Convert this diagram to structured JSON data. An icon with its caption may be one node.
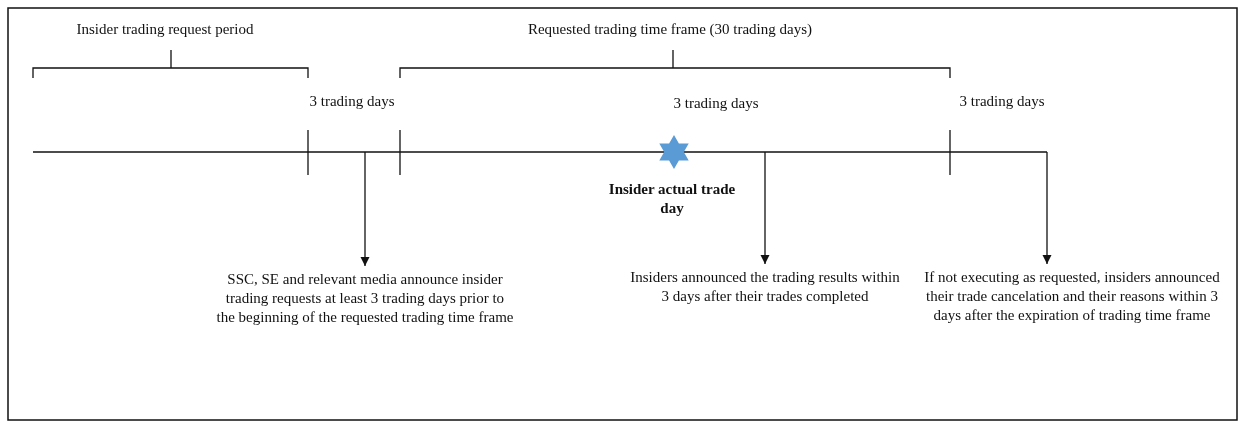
{
  "diagram": {
    "nodes": [
      {
        "text": [
          "SSC, SE and  relevant media announce insider trading requests at least 3 trading days prior to the beginning of the requested trading time frame"
        ]
      },
      {
        "text": [
          "Insiders announced the trading results within 3 days after their trades completed"
        ]
      },
      {
        "text": [
          "If not executing as requested, insiders announced their trade cancelation and their reasons within 3 days after the expiration of trading time frame"
        ]
      }
    ],
    "edges": [
      {
        "from": null,
        "to": 0,
        "arrow": "to"
      },
      {
        "from": null,
        "to": 1,
        "arrow": "to"
      },
      {
        "from": null,
        "to": 2,
        "arrow": "to"
      }
    ],
    "labels": [
      "Insider trading request period",
      "Requested trading time frame (30 trading days)",
      "3 trading days",
      "3 trading days",
      "3 trading days",
      "Insider actual trade day"
    ]
  }
}
